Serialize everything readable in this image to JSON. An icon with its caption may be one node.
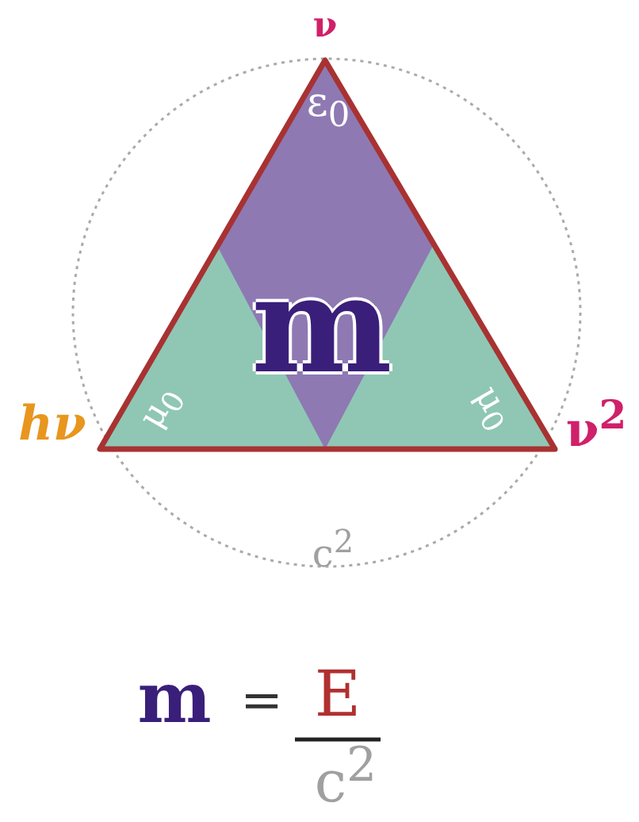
{
  "diagram": {
    "labels": [
      "ν",
      "ε$_{0}$",
      "m",
      "μ$_{0}$",
      "μ$_{0}$",
      "hν",
      "ν$^{2}$",
      "c$^{2}$",
      "m",
      "=",
      "E",
      "c$^{2}$"
    ]
  }
}
